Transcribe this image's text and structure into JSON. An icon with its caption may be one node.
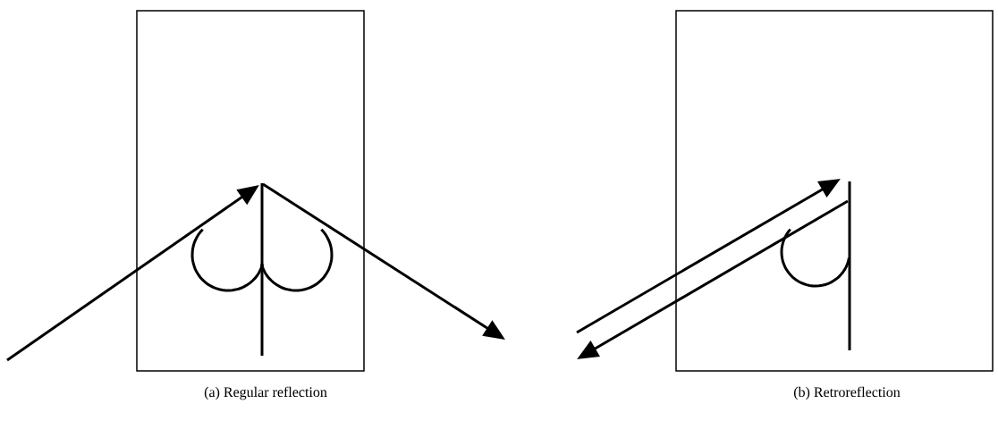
{
  "diagram": {
    "nodes": [
      {
        "text": [],
        "shape": "box"
      },
      {
        "text": [],
        "shape": "box"
      }
    ],
    "labels": [
      "(a) Regular reflection",
      "(b) Retroreflection"
    ]
  }
}
